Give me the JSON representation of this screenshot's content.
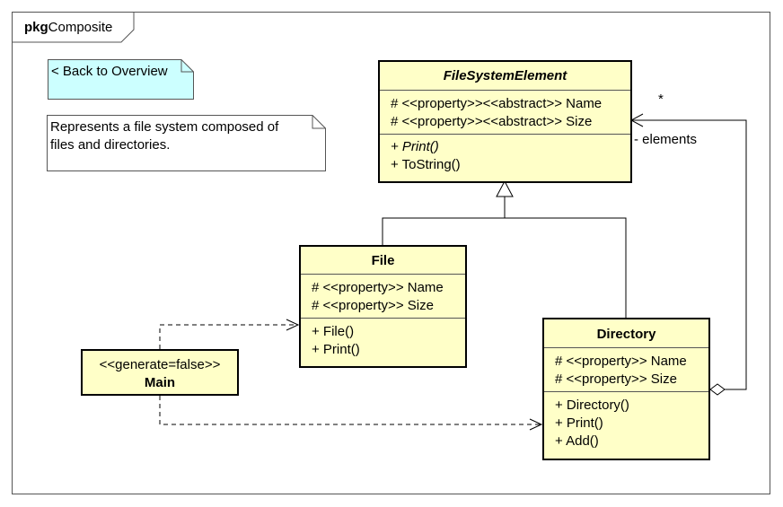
{
  "package": {
    "keyword": "pkg",
    "name": "Composite"
  },
  "notes": {
    "back": "< Back to Overview",
    "description_lines": [
      "Represents a file system composed of",
      "files and directories."
    ]
  },
  "classes": {
    "fse": {
      "name": "FileSystemElement",
      "attributes": [
        "# <<property>><<abstract>> Name",
        "# <<property>><<abstract>> Size"
      ],
      "operations": [
        "+ Print()",
        "+ ToString()"
      ]
    },
    "file": {
      "name": "File",
      "attributes": [
        "# <<property>> Name",
        "# <<property>> Size"
      ],
      "operations": [
        "+ File()",
        "+ Print()"
      ]
    },
    "directory": {
      "name": "Directory",
      "attributes": [
        "# <<property>> Name",
        "# <<property>> Size"
      ],
      "operations": [
        "+ Directory()",
        "+ Print()",
        "+ Add()"
      ]
    },
    "main": {
      "stereotype": "<<generate=false>>",
      "name": "Main"
    }
  },
  "association": {
    "role": "- elements",
    "multiplicity": "*"
  }
}
